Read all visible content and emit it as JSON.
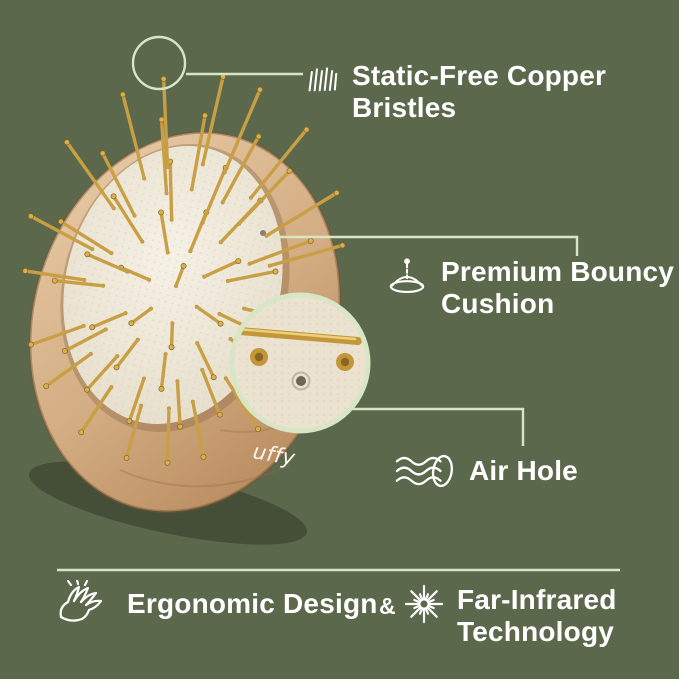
{
  "colors": {
    "background": "#5b684c",
    "callout_line": "#d9e6c6",
    "text": "#ffffff",
    "copper_pin": "#c89f45",
    "wood": "#d2ab81",
    "cushion": "#efe9da"
  },
  "brand": {
    "logo_text": "uffy"
  },
  "features": {
    "bristles": {
      "line1": "Static-Free Copper",
      "line2": "Bristles"
    },
    "cushion": {
      "line1": "Premium Bouncy",
      "line2": "Cushion"
    },
    "air_hole": {
      "line1": "Air Hole"
    },
    "ergonomic": {
      "line1": "Ergonomic Design"
    },
    "ampersand": "&",
    "far_infrared": {
      "line1": "Far-Infrared",
      "line2": "Technology"
    }
  }
}
